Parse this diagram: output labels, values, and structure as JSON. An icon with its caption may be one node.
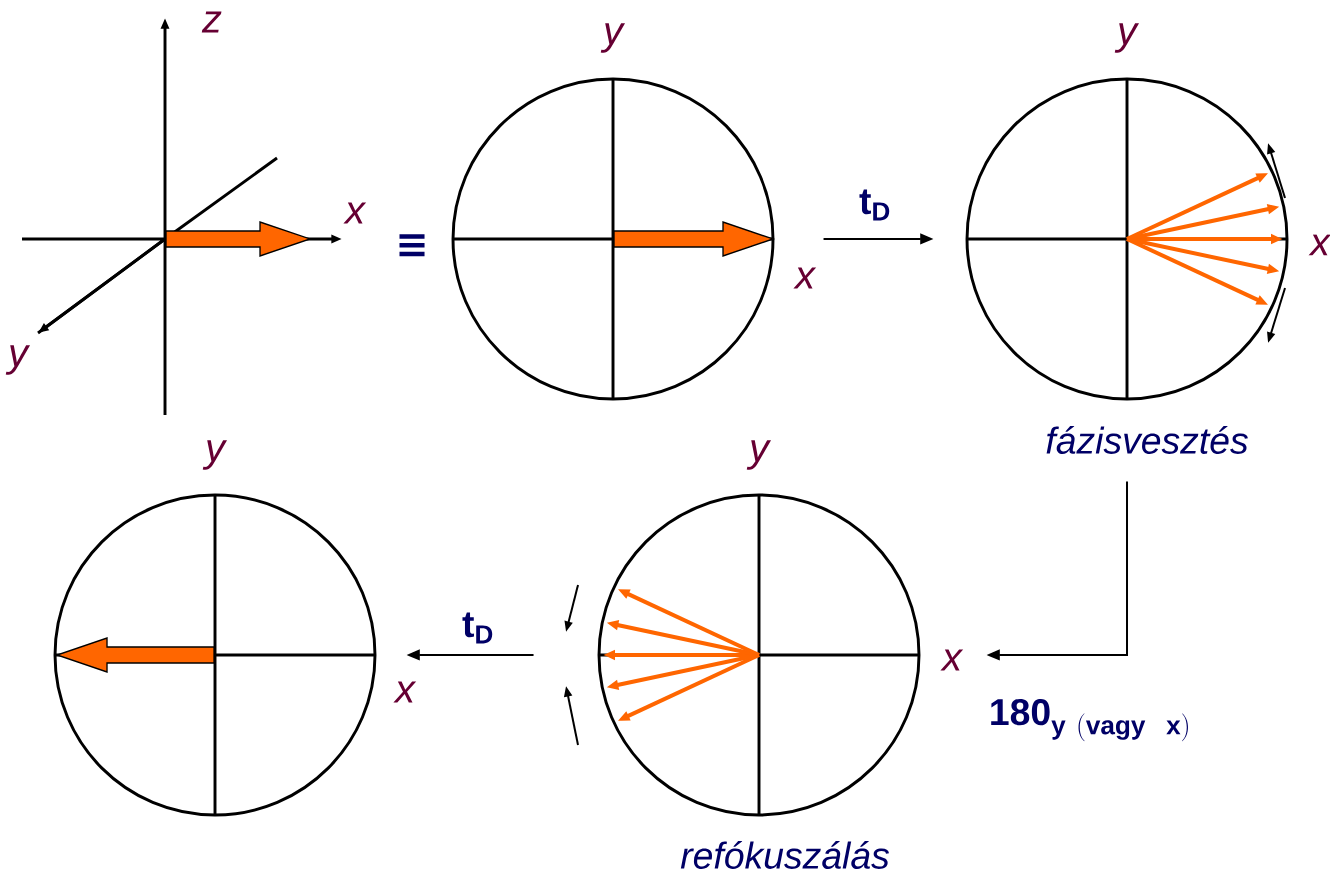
{
  "diagram": {
    "nodes": [
      {
        "text": [],
        "shape": "circle",
        "beside": [
          "y",
          "x"
        ]
      },
      {
        "text": [],
        "shape": "circle",
        "beside": [
          "y",
          "x",
          "fázisvesztés"
        ]
      },
      {
        "text": [],
        "shape": "circle",
        "beside": [
          "y",
          "x",
          "refókuszálás"
        ]
      },
      {
        "text": [],
        "shape": "circle",
        "beside": [
          "y",
          "x"
        ]
      }
    ],
    "edges": [
      {
        "from": 0,
        "to": 1,
        "arrow": "to",
        "label": "t$_{D}$"
      },
      {
        "from": 1,
        "to": 2,
        "arrow": "to",
        "label": "\\mathbf{180}_{\\mathbf{y\\ (vagy\\ \\ x)}}"
      },
      {
        "from": 2,
        "to": 3,
        "arrow": "to",
        "label": "t$_{D}$"
      }
    ],
    "labels": [
      "z",
      "x",
      "≡",
      "y"
    ]
  }
}
